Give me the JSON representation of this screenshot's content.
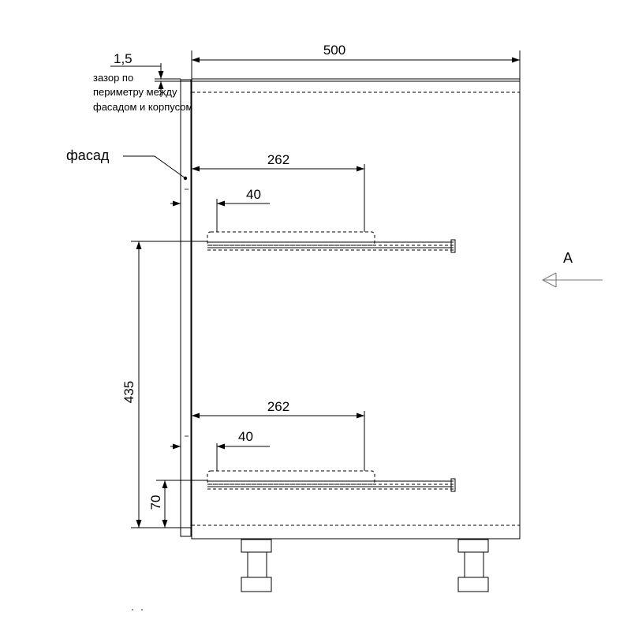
{
  "dimensions": {
    "gap": "1,5",
    "depth": "500",
    "rail_length_top": "262",
    "rail_offset_top": "40",
    "rail_length_bottom": "262",
    "rail_offset_bottom": "40",
    "vertical_rail_spacing": "435",
    "bottom_offset": "70"
  },
  "labels": {
    "gap_note_line1": "зазор по",
    "gap_note_line2": "периметру между",
    "gap_note_line3": "фасадом и корпусом",
    "facade": "фасад",
    "view": "А"
  }
}
